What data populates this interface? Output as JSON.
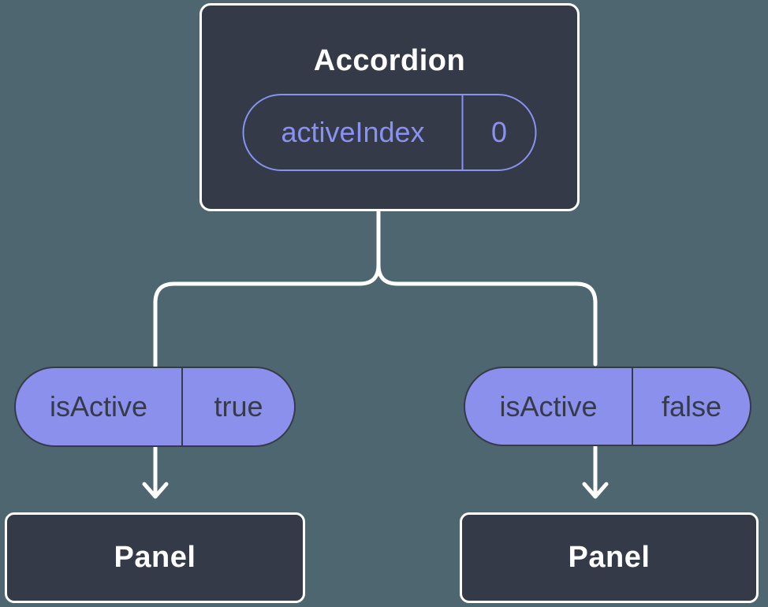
{
  "diagram": {
    "root": {
      "title": "Accordion",
      "state": {
        "name": "activeIndex",
        "value": "0"
      }
    },
    "branches": [
      {
        "prop": {
          "name": "isActive",
          "value": "true"
        },
        "child": {
          "title": "Panel"
        }
      },
      {
        "prop": {
          "name": "isActive",
          "value": "false"
        },
        "child": {
          "title": "Panel"
        }
      }
    ]
  },
  "colors": {
    "background": "#4d6670",
    "node_fill": "#343a47",
    "node_border": "#ffffff",
    "accent": "#8992f2",
    "pill_fill": "#8a90ec",
    "pill_ink": "#353b48",
    "connector": "#ffffff"
  }
}
